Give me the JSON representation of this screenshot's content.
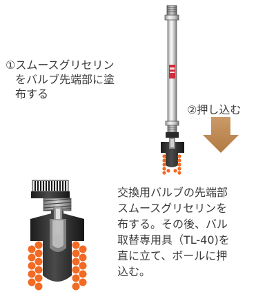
{
  "step1": {
    "marker": "①",
    "lines": [
      "スムースグリセリン",
      "をバルブ先端部に塗",
      "布する"
    ]
  },
  "step2": {
    "marker": "②",
    "text": "押し込む"
  },
  "description": {
    "lines": [
      "交換用バルブの先端部",
      "スムースグリセリンを",
      "布する。その後、バル",
      "取替専用具（TL-40)を",
      "直に立て、ボールに押",
      "込む。"
    ]
  },
  "tool": {
    "label_color": "#d22b3c",
    "handle_color": "#e6e6e8",
    "valve_color": "#2d2d2d",
    "grease_color": "#f26a23",
    "arrow_color": "#c08a52"
  }
}
